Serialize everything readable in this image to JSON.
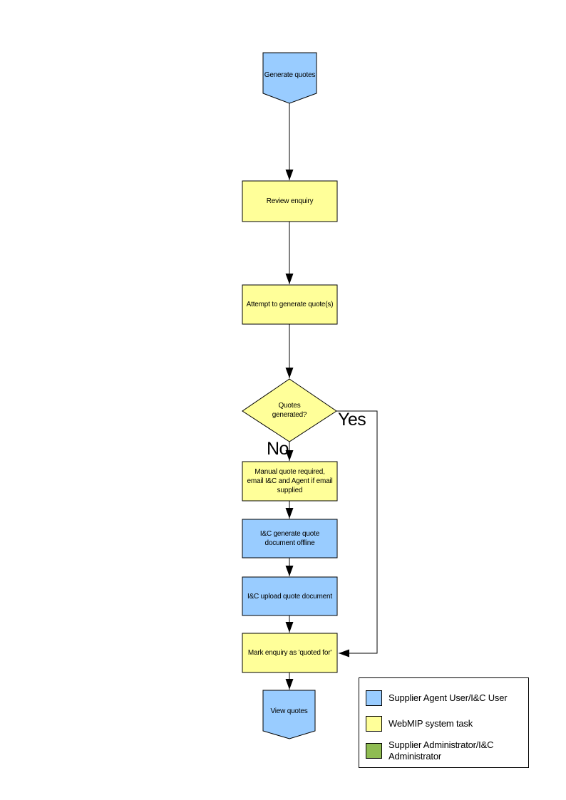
{
  "flowchart": {
    "nodes": [
      {
        "id": "generate-quotes",
        "shape": "pentagon",
        "role": "supplier_agent_user",
        "label": "Generate quotes"
      },
      {
        "id": "review-enquiry",
        "shape": "process",
        "role": "webmip_system_task",
        "label": "Review enquiry"
      },
      {
        "id": "attempt-generate-quotes",
        "shape": "process",
        "role": "webmip_system_task",
        "label": "Attempt to generate quote(s)"
      },
      {
        "id": "quotes-generated",
        "shape": "decision",
        "role": "webmip_system_task",
        "label": "Quotes generated?"
      },
      {
        "id": "manual-quote-required",
        "shape": "process",
        "role": "webmip_system_task",
        "label": "Manual quote required, email I&C and Agent if email supplied"
      },
      {
        "id": "ic-generate-quote-offline",
        "shape": "process",
        "role": "supplier_agent_user",
        "label": "I&C generate quote document offline"
      },
      {
        "id": "ic-upload-quote",
        "shape": "process",
        "role": "supplier_agent_user",
        "label": "I&C upload quote document"
      },
      {
        "id": "mark-enquiry-quoted",
        "shape": "process",
        "role": "webmip_system_task",
        "label": "Mark enquiry as 'quoted for'"
      },
      {
        "id": "view-quotes",
        "shape": "pentagon",
        "role": "supplier_agent_user",
        "label": "View quotes"
      }
    ],
    "branch_labels": {
      "yes": "Yes",
      "no": "No"
    }
  },
  "colors": {
    "supplier_agent_user": "#99CCFF",
    "webmip_system_task": "#FFFF99",
    "administrator": "#8FBC52",
    "connector": "#000000"
  },
  "legend": {
    "items": [
      {
        "label": "Supplier Agent User/I&C User",
        "color": "#99CCFF"
      },
      {
        "label": "WebMIP system task",
        "color": "#FFFF99"
      },
      {
        "label": "Supplier Administrator/I&C Administrator",
        "color": "#8FBC52"
      }
    ]
  }
}
